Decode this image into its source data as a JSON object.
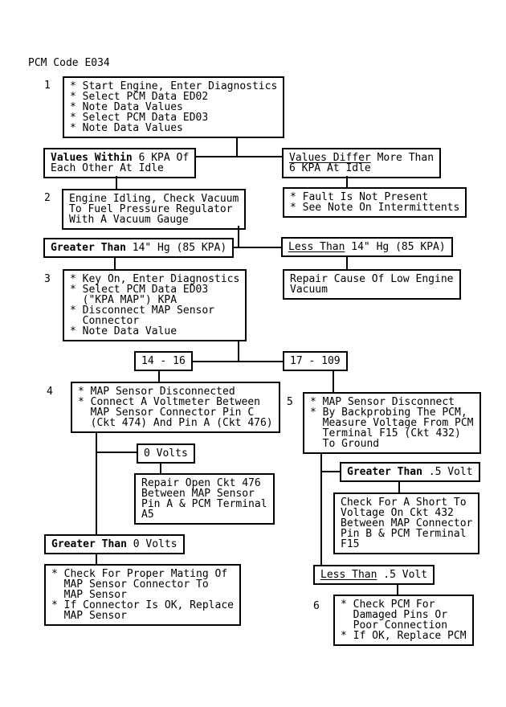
{
  "page": {
    "title": "PCM Code E034"
  },
  "colors": {
    "line": "#000000",
    "background": "#ffffff",
    "text": "#000000"
  },
  "steps": {
    "s1": "1",
    "s2": "2",
    "s3": "3",
    "s4": "4",
    "s5": "5",
    "s6": "6"
  },
  "nodes": {
    "box1": {
      "text": "* Start Engine, Enter Diagnostics\n* Select PCM Data ED02\n* Note Data Values\n* Select PCM Data ED03\n* Note Data Values"
    },
    "values_within": {
      "strong": "Values Within",
      "rest": " 6 KPA Of\nEach Other At Idle"
    },
    "values_differ": {
      "underline": "Values Differ",
      "rest": " More Than\n6 KPA At Idle"
    },
    "box2": {
      "text": "Engine Idling, Check Vacuum\nTo Fuel Pressure Regulator\nWith A Vacuum Gauge"
    },
    "fault_not_present": {
      "text": "* Fault Is Not Present\n* See Note On Intermittents"
    },
    "greater_than_14": {
      "strong": "Greater Than",
      "rest": " 14\" Hg (85 KPA)"
    },
    "less_than_14": {
      "underline": "Less Than",
      "rest": " 14\" Hg (85 KPA)"
    },
    "box3": {
      "text": "* Key On, Enter Diagnostics\n* Select PCM Data ED03\n  (\"KPA MAP\") KPA\n* Disconnect MAP Sensor\n  Connector\n* Note Data Value"
    },
    "repair_cause": {
      "text": "Repair Cause Of Low Engine\nVacuum"
    },
    "range_14_16": {
      "text": "14 - 16"
    },
    "range_17_109": {
      "text": "17 - 109"
    },
    "box4": {
      "text": "* MAP Sensor Disconnected\n* Connect A Voltmeter Between\n  MAP Sensor Connector Pin C\n  (Ckt 474) And Pin A (Ckt 476)"
    },
    "box5": {
      "text": "* MAP Sensor Disconnect\n* By Backprobing The PCM,\n  Measure Voltage From PCM\n  Terminal F15 (Ckt 432)\n  To Ground"
    },
    "zero_volts": {
      "text": "0 Volts"
    },
    "repair_open": {
      "text": "Repair Open Ckt 476\nBetween MAP Sensor\nPin A & PCM Terminal\nA5"
    },
    "greater_than_half": {
      "strong": "Greater Than",
      "rest": " .5 Volt"
    },
    "check_short": {
      "text": "Check For A Short To\nVoltage On Ckt 432\nBetween MAP Connector\nPin B & PCM Terminal\nF15"
    },
    "greater_than_0": {
      "strong": "Greater Than",
      "rest": " 0 Volts"
    },
    "check_mating": {
      "text": "* Check For Proper Mating Of\n  MAP Sensor Connector To\n  MAP Sensor\n* If Connector Is OK, Replace\n  MAP Sensor"
    },
    "less_than_half": {
      "underline": "Less Than",
      "rest": " .5 Volt"
    },
    "box6": {
      "text": "* Check PCM For\n  Damaged Pins Or\n  Poor Connection\n* If OK, Replace PCM"
    }
  }
}
